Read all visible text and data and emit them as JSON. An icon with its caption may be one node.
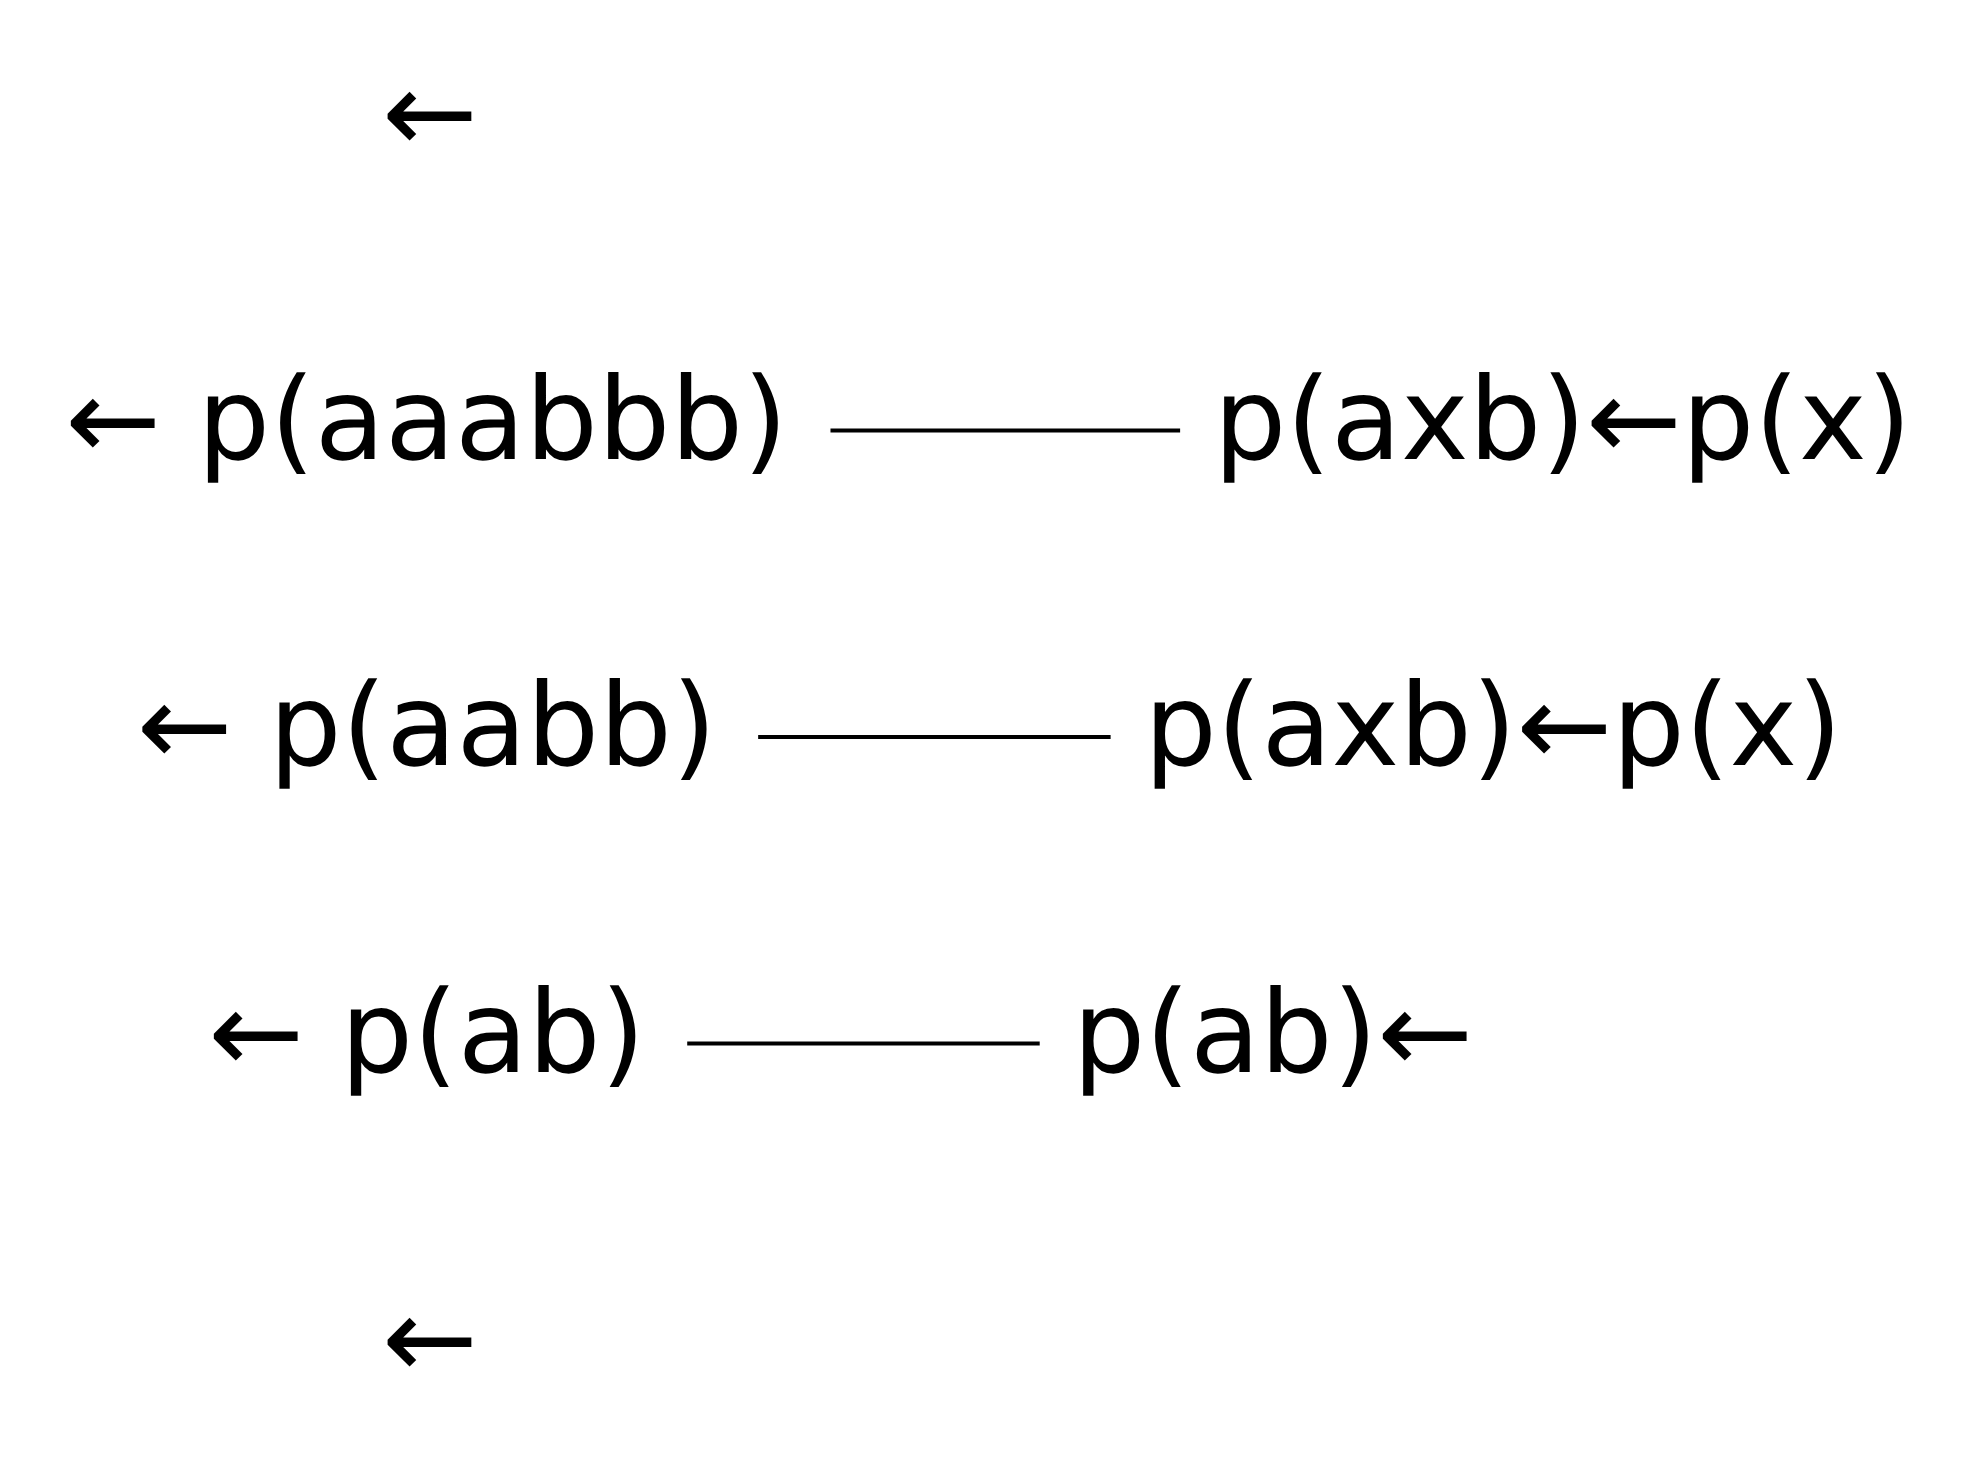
{
  "diagram": {
    "nodes": [
      {
        "text": [
          "← p(aaabbb)"
        ]
      },
      {
        "text": [
          "p(axb)←p(x)"
        ]
      },
      {
        "text": [
          "← p(aabb)"
        ]
      },
      {
        "text": [
          "p(axb)←p(x)"
        ]
      },
      {
        "text": [
          "← p(ab)"
        ]
      },
      {
        "text": [
          "p(ab)←"
        ]
      },
      {
        "text": [
          "←"
        ]
      }
    ],
    "edges": [
      {
        "from": 0,
        "to": 1,
        "arrow": "none"
      },
      {
        "from": 2,
        "to": 3,
        "arrow": "none"
      },
      {
        "from": 4,
        "to": 5,
        "arrow": "none"
      }
    ],
    "labels": [
      "←"
    ]
  }
}
